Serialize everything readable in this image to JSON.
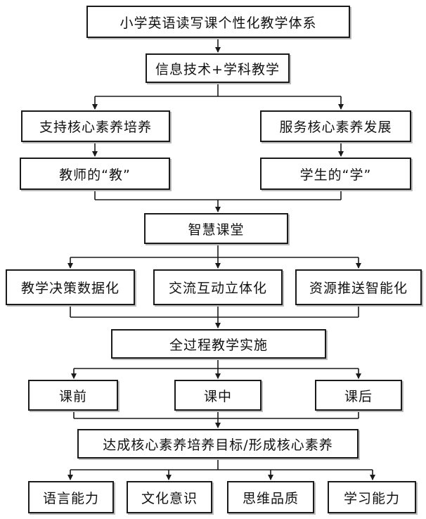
{
  "title": "小学英语读写课个性化教学体系",
  "level2": "信息技术+学科教学",
  "left_goal": "支持核心素养培养",
  "right_goal": "服务核心素养发展",
  "left_sub": "教师的“教”",
  "right_sub": "学生的“学”",
  "classroom": "智慧课堂",
  "features": [
    "教学决策数据化",
    "交流互动立体化",
    "资源推送智能化"
  ],
  "process": "全过程教学实施",
  "stages": [
    "课前",
    "课中",
    "课后"
  ],
  "target": "达成核心素养培养目标/形成核心素养",
  "outcomes": [
    "语言能力",
    "文化意识",
    "思维品质",
    "学习能力"
  ]
}
